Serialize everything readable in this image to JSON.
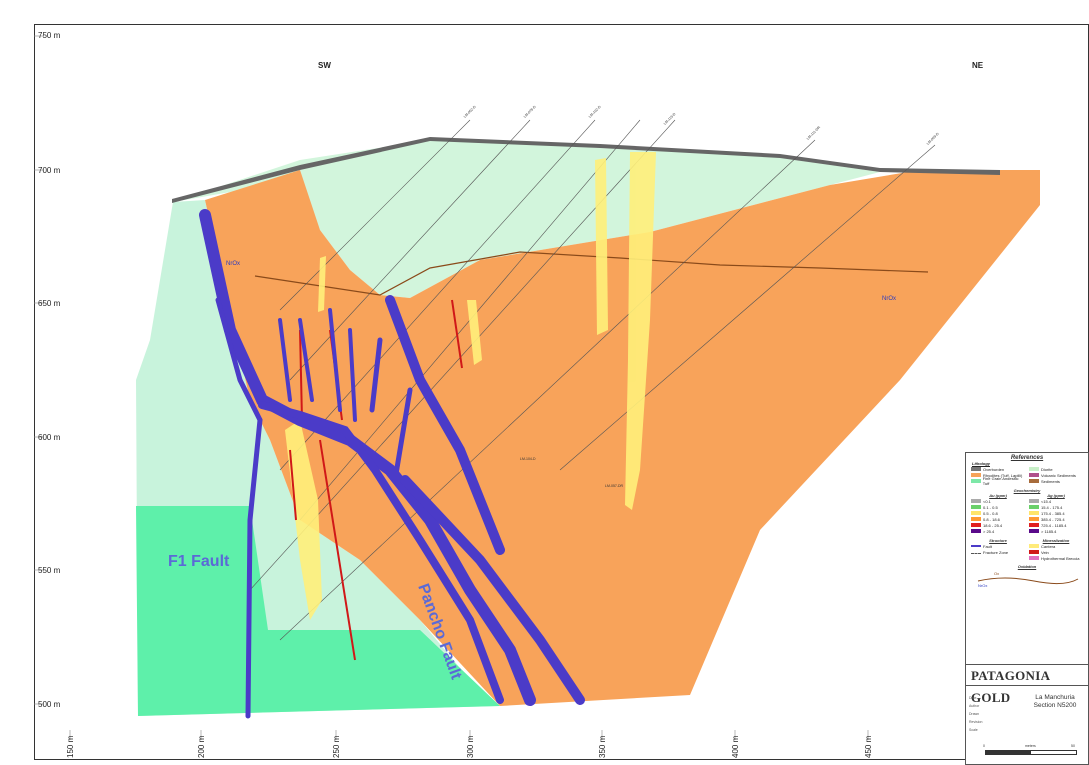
{
  "diagram": {
    "type": "geological-cross-section",
    "orientation": {
      "left": "SW",
      "right": "NE"
    },
    "elevation_labels": [
      "750 m",
      "700 m",
      "650 m",
      "600 m",
      "550 m",
      "500 m"
    ],
    "distance_labels": [
      "150 m",
      "200 m",
      "250 m",
      "300 m",
      "350 m",
      "400 m",
      "450 m"
    ],
    "structure_labels": {
      "f1": "F1 Fault",
      "pancho": "Pancho Fault"
    },
    "oxidation_labels": [
      "NrOx",
      "NrOx"
    ],
    "hole_labels": [
      "LM-052-D",
      "LM-078-D",
      "LM-102-D",
      "LM-115-D",
      "LM-111-DR",
      "LM-099-D",
      "LM-104-D",
      "LM-057-DR"
    ]
  },
  "legend": {
    "title": "References",
    "lithology_title": "Lithology",
    "lithology": [
      {
        "label": "Overburden",
        "color": "#777777"
      },
      {
        "label": "Diorite",
        "color": "#c8f0c8"
      },
      {
        "label": "Rhyolites (Tuff, Lapilli)",
        "color": "#f6a35a"
      },
      {
        "label": "Volcanic Sediments",
        "color": "#b0508a"
      },
      {
        "label": "Fine Grain Andesitic Tuff",
        "color": "#7de8a8"
      },
      {
        "label": "Sediments",
        "color": "#a86c3c"
      }
    ],
    "geochem_title": "Geochemistry",
    "au_title": "Au (ppm)",
    "ag_title": "Ag (ppm)",
    "au": [
      {
        "label": "<0.1",
        "color": "#aaaaaa"
      },
      {
        "label": "0.1 - 0.5",
        "color": "#6ad06a"
      },
      {
        "label": "0.5 - 0.8",
        "color": "#ffe46a"
      },
      {
        "label": "0.8 - 18.6",
        "color": "#ff9933"
      },
      {
        "label": "18.6 - 25.4",
        "color": "#e02020"
      },
      {
        "label": "> 25.4",
        "color": "#5a0a8a"
      }
    ],
    "ag": [
      {
        "label": "<15.4",
        "color": "#aaaaaa"
      },
      {
        "label": "15.4 - 175.4",
        "color": "#6ad06a"
      },
      {
        "label": "175.4 - 385.4",
        "color": "#ffe46a"
      },
      {
        "label": "385.4 - 725.4",
        "color": "#ff9933"
      },
      {
        "label": "725.4 - 1185.4",
        "color": "#e02020"
      },
      {
        "label": "> 1185.4",
        "color": "#5a0a8a"
      }
    ],
    "structure_title": "Structure",
    "structure": [
      "Fault",
      "Fracture Zone"
    ],
    "mineral_title": "Mineralization",
    "mineral": [
      {
        "label": "Cantera",
        "color": "#ffeb7a"
      },
      {
        "label": "Vein",
        "color": "#d01818"
      },
      {
        "label": "Hydrothermal Breccia",
        "color": "#e070c0"
      }
    ],
    "oxidation_title": "Oxidation",
    "oxidation": [
      "Ox",
      "NrOx"
    ]
  },
  "brand": "PATAGONIA GOLD",
  "title": {
    "project": "La Manchuria",
    "section": "Section N5200"
  },
  "titleblock": {
    "rows": [
      "Date",
      "Author",
      "Drawn",
      "Revision",
      "Scale"
    ],
    "scale_bar": [
      "0",
      "meters",
      "50"
    ]
  }
}
